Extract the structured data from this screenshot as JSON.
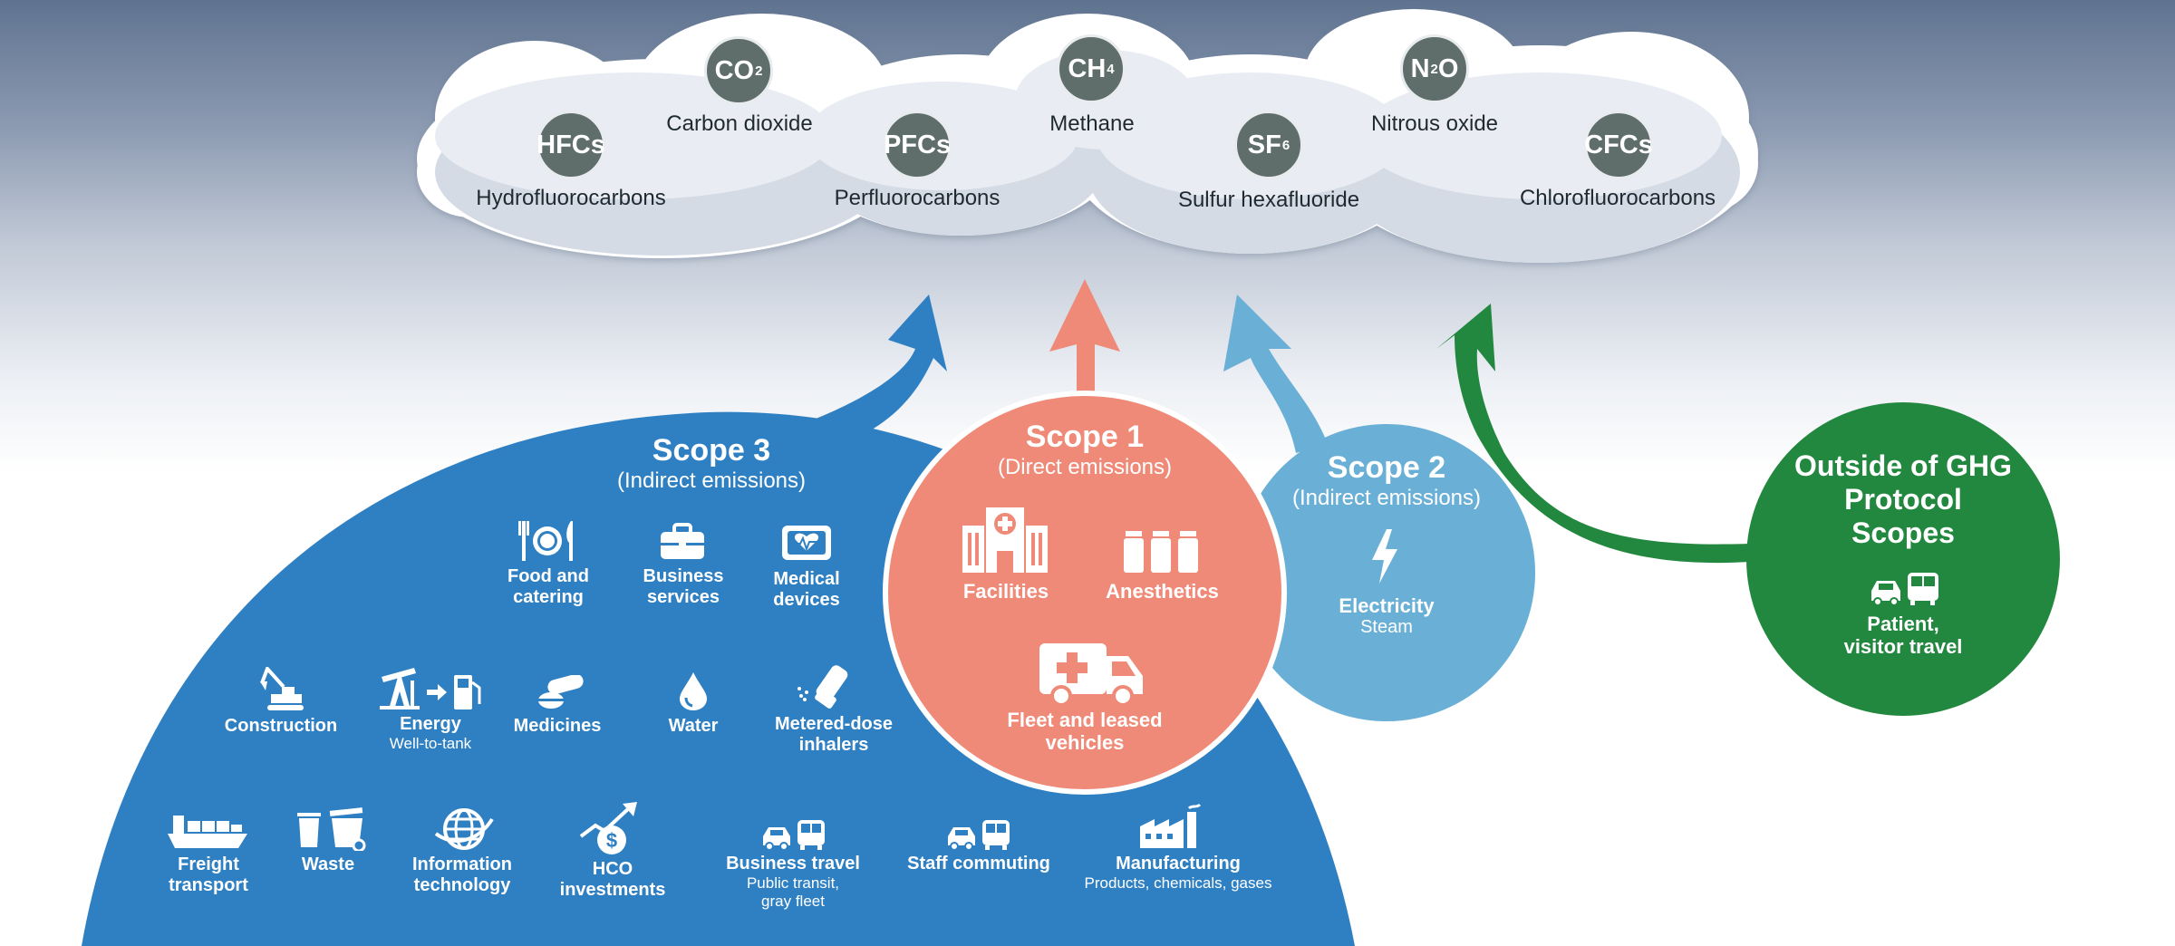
{
  "gases": [
    {
      "symbol": "HFCs",
      "sub": "",
      "name": "Hydrofluorocarbons"
    },
    {
      "symbol": "CO",
      "sub": "2",
      "name": "Carbon dioxide"
    },
    {
      "symbol": "PFCs",
      "sub": "",
      "name": "Perfluorocarbons"
    },
    {
      "symbol": "CH",
      "sub": "4",
      "name": "Methane"
    },
    {
      "symbol": "SF",
      "sub": "6",
      "name": "Sulfur hexafluoride"
    },
    {
      "symbol": "N",
      "sub": "2",
      "sub_tail": "O",
      "name": "Nitrous oxide"
    },
    {
      "symbol": "CFCs",
      "sub": "",
      "name": "Chlorofluorocarbons"
    }
  ],
  "scope3": {
    "title": "Scope 3",
    "subtitle": "(Indirect emissions)",
    "color": "#2f80c3",
    "items": [
      {
        "label": "Food and catering",
        "icon": "utensils-plate-icon"
      },
      {
        "label": "Business services",
        "icon": "briefcase-icon"
      },
      {
        "label": "Medical devices",
        "icon": "heart-monitor-icon"
      },
      {
        "label": "Construction",
        "icon": "excavator-icon"
      },
      {
        "label": "Energy",
        "sub": "Well-to-tank",
        "icon": "oil-pump-icon"
      },
      {
        "label": "Medicines",
        "icon": "pills-icon"
      },
      {
        "label": "Water",
        "icon": "water-drop-icon"
      },
      {
        "label": "Metered-dose inhalers",
        "icon": "inhaler-icon"
      },
      {
        "label": "Freight transport",
        "icon": "cargo-ship-icon"
      },
      {
        "label": "Waste",
        "icon": "trash-bins-icon"
      },
      {
        "label": "Information technology",
        "icon": "globe-icon"
      },
      {
        "label": "HCO investments",
        "icon": "investment-chart-icon"
      },
      {
        "label": "Business travel",
        "sub": "Public transit, gray fleet",
        "icon": "car-bus-icon"
      },
      {
        "label": "Staff commuting",
        "icon": "car-bus-icon"
      },
      {
        "label": "Manufacturing",
        "sub": "Products, chemicals, gases",
        "icon": "factory-icon"
      }
    ]
  },
  "scope1": {
    "title": "Scope 1",
    "subtitle": "(Direct emissions)",
    "color": "#ef8a78",
    "items": [
      {
        "label": "Facilities",
        "icon": "hospital-icon"
      },
      {
        "label": "Anesthetics",
        "icon": "vials-icon"
      },
      {
        "label": "Fleet and leased vehicles",
        "icon": "ambulance-icon"
      }
    ]
  },
  "scope2": {
    "title": "Scope 2",
    "subtitle": "(Indirect emissions)",
    "color": "#6aafd6",
    "items": [
      {
        "label": "Electricity",
        "sub": "Steam",
        "icon": "lightning-icon"
      }
    ]
  },
  "outside": {
    "title": "Outside of GHG Protocol Scopes",
    "color": "#23883f",
    "items": [
      {
        "label": "Patient, visitor travel",
        "icon": "car-bus-icon"
      }
    ]
  }
}
